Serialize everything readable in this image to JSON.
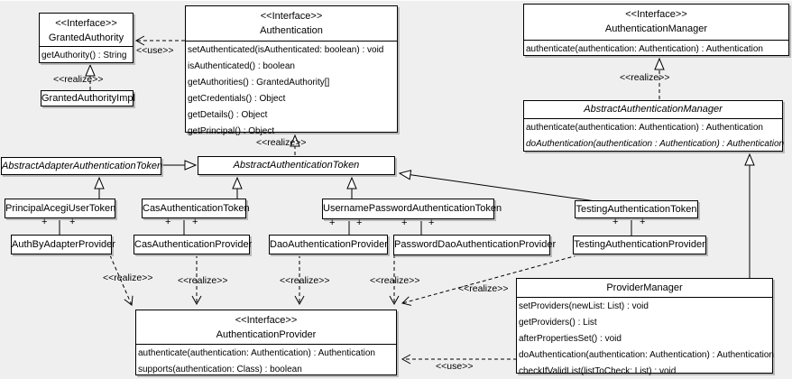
{
  "labels": {
    "use": "<<use>>",
    "realize": "<<realize>>",
    "plus": "+"
  },
  "colors": {
    "background": "#efefef",
    "box_fill": "#ffffff",
    "line": "#000000",
    "shadow": "#b9b9b9"
  },
  "classes": {
    "granted_authority": {
      "stereotype": "<<Interface>>",
      "name": "GrantedAuthority",
      "methods": [
        "getAuthority() : String"
      ]
    },
    "granted_authority_impl": {
      "name": "GrantedAuthorityImpl"
    },
    "authentication": {
      "stereotype": "<<Interface>>",
      "name": "Authentication",
      "methods": [
        "setAuthenticated(isAuthenticated: boolean) : void",
        "isAuthenticated() : boolean",
        "getAuthorities() : GrantedAuthority[]",
        "getCredentials() : Object",
        "getDetails() : Object",
        "getPrincipal() : Object"
      ]
    },
    "authentication_manager": {
      "stereotype": "<<Interface>>",
      "name": "AuthenticationManager",
      "methods": [
        "authenticate(authentication: Authentication) : Authentication"
      ]
    },
    "abstract_authentication_manager": {
      "name": "AbstractAuthenticationManager",
      "methods": [
        "authenticate(authentication: Authentication) : Authentication",
        "doAuthentication(authentication : Authentication) : Authentication"
      ]
    },
    "abstract_adapter_authentication_token": {
      "name": "AbstractAdapterAuthenticationToken"
    },
    "abstract_authentication_token": {
      "name": "AbstractAuthenticationToken"
    },
    "principal_acegi_user_token": {
      "name": "PrincipalAcegiUserToken"
    },
    "cas_authentication_token": {
      "name": "CasAuthenticationToken"
    },
    "username_password_authentication_token": {
      "name": "UsernamePasswordAuthenticationToken"
    },
    "testing_authentication_token": {
      "name": "TestingAuthenticationToken"
    },
    "auth_by_adapter_provider": {
      "name": "AuthByAdapterProvider"
    },
    "cas_authentication_provider": {
      "name": "CasAuthenticationProvider"
    },
    "dao_authentication_provider": {
      "name": "DaoAuthenticationProvider"
    },
    "password_dao_authentication_provider": {
      "name": "PasswordDaoAuthenticationProvider"
    },
    "testing_authentication_provider": {
      "name": "TestingAuthenticationProvider"
    },
    "authentication_provider": {
      "stereotype": "<<Interface>>",
      "name": "AuthenticationProvider",
      "methods": [
        "authenticate(authentication: Authentication) : Authentication",
        "supports(authentication: Class) : boolean"
      ]
    },
    "provider_manager": {
      "name": "ProviderManager",
      "methods": [
        "setProviders(newList: List) : void",
        "getProviders() : List",
        "afterPropertiesSet() : void",
        "doAuthentication(authentication: Authentication) : Authentication",
        "checkIfValidList(listToCheck: List) : void"
      ]
    }
  }
}
